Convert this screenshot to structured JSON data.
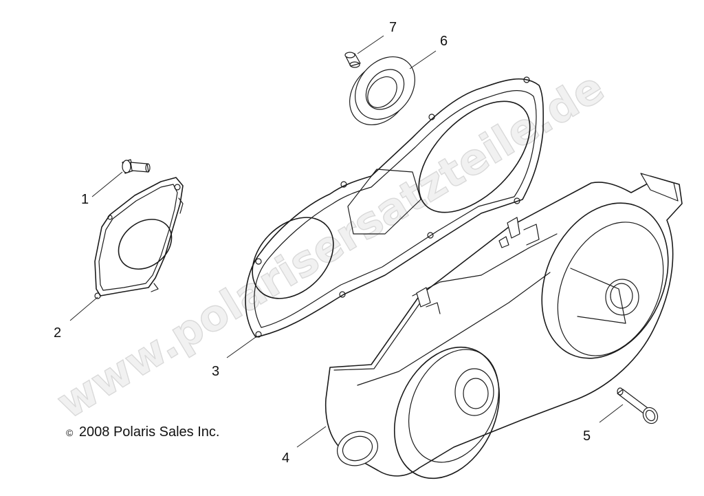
{
  "watermark": "www.polarisersatzteile.de",
  "copyright": "2008 Polaris Sales Inc.",
  "copyright_symbol": "©",
  "callouts": {
    "c1": "1",
    "c2": "2",
    "c3": "3",
    "c4": "4",
    "c5": "5",
    "c6": "6",
    "c7": "7"
  },
  "parts": {
    "p1": "bolt",
    "p2": "clutch-cover-plate",
    "p3": "cover-gasket",
    "p4": "clutch-outer-cover",
    "p5": "flange-bolt",
    "p6": "seal",
    "p7": "dowel-pin"
  },
  "colors": {
    "line": "#1a1a1a",
    "watermark": "#d9d9d9"
  }
}
